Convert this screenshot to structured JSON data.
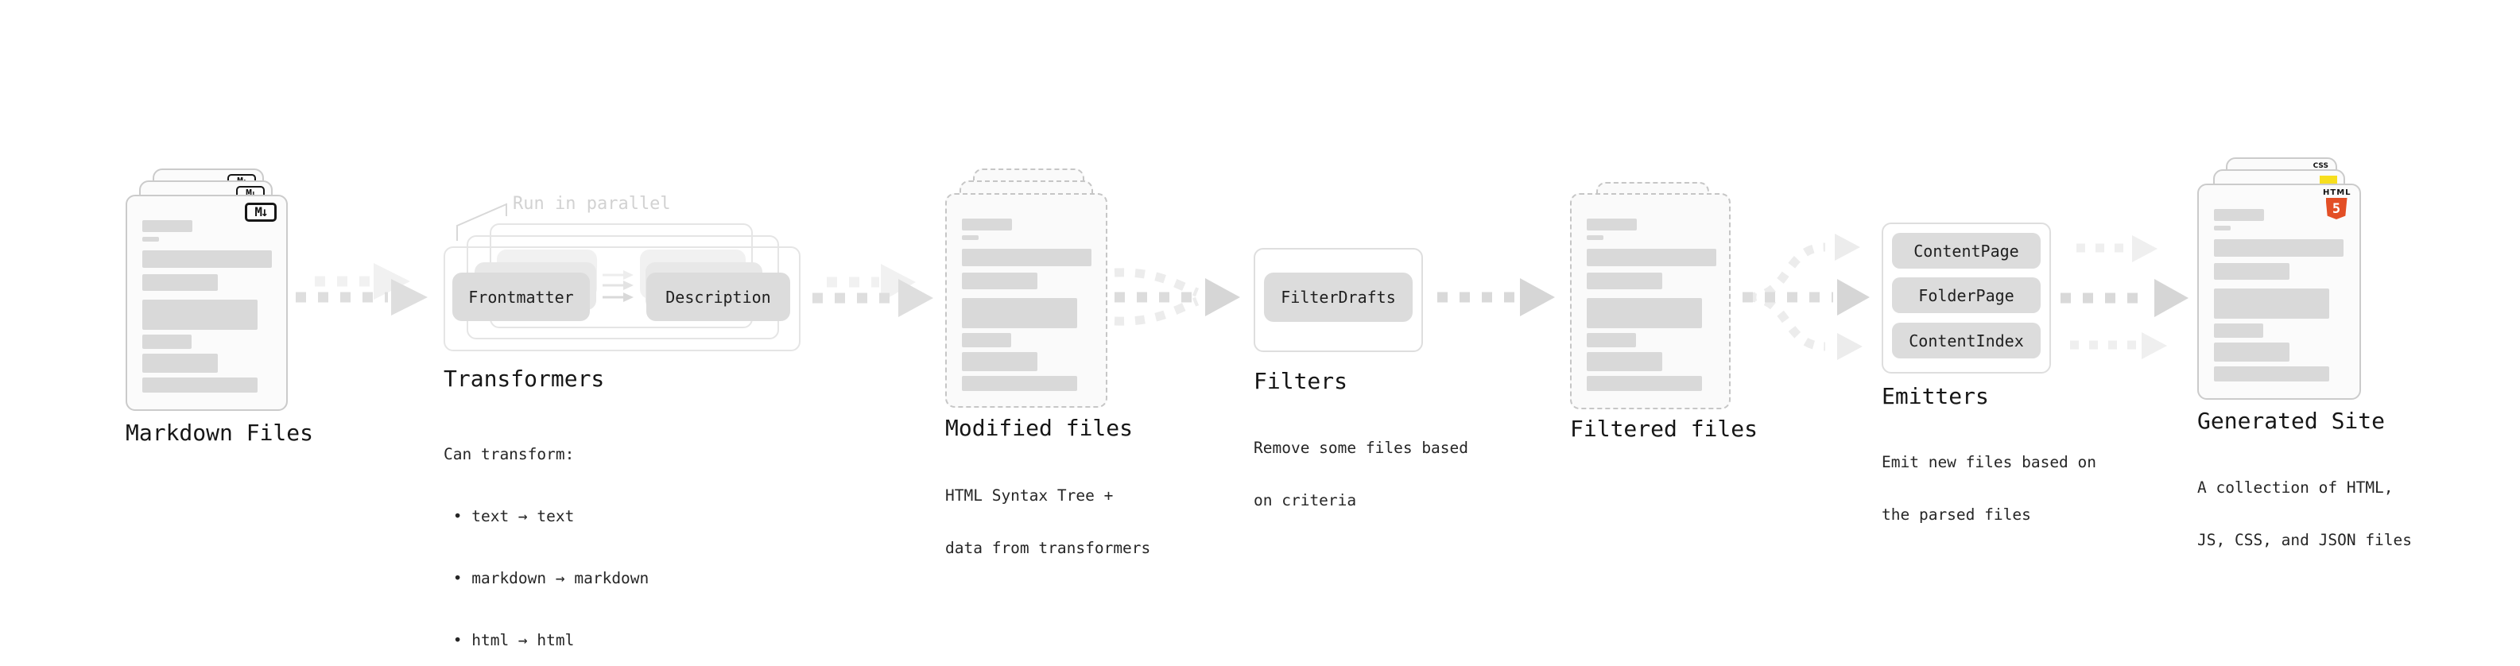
{
  "colors": {
    "arrow_gray": "#dedede",
    "arrow_light_gray": "#f1f1f1",
    "doc_border": "#cbcbcb",
    "bar_gray": "#d9d9d9",
    "markdown_badge_fg": "#161616",
    "html5_orange": "#e34f26",
    "js_yellow": "#f7df1e",
    "css_blue": "#2d6bf0"
  },
  "nodes": {
    "markdown_files": {
      "title": "Markdown Files",
      "badge": "M↓"
    },
    "transformers": {
      "title": "Transformers",
      "annotation": "Run in parallel",
      "frontmatter_label": "Frontmatter",
      "description_label": "Description",
      "desc": {
        "line1": "Can transform:",
        "line2": " • text → text",
        "line3": " • markdown → markdown",
        "line4": " • html → html"
      }
    },
    "modified_files": {
      "title": "Modified files",
      "desc": {
        "line1": "HTML Syntax Tree +",
        "line2": "data from transformers"
      }
    },
    "filters": {
      "title": "Filters",
      "filter_label": "FilterDrafts",
      "desc": {
        "line1": "Remove some files based",
        "line2": "on criteria"
      }
    },
    "filtered_files": {
      "title": "Filtered files"
    },
    "emitters": {
      "title": "Emitters",
      "emitter1_label": "ContentPage",
      "emitter2_label": "FolderPage",
      "emitter3_label": "ContentIndex",
      "desc": {
        "line1": "Emit new files based on",
        "line2": "the parsed files"
      }
    },
    "generated_site": {
      "title": "Generated Site",
      "html_badge_text": "HTML",
      "html_badge_number": "5",
      "css_badge_text": "CSS",
      "desc": {
        "line1": "A collection of HTML,",
        "line2": "JS, CSS, and JSON files"
      }
    }
  }
}
